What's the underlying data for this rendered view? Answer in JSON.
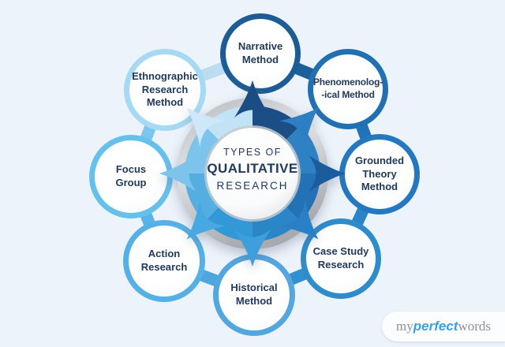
{
  "center": {
    "line1": "TYPES OF",
    "line2": "QUALITATIVE",
    "line3": "RESEARCH",
    "text_color": "#21395b"
  },
  "nodes": [
    {
      "label": "Narrative\nMethod",
      "color": "#1d5c94"
    },
    {
      "label": "Phenomenolog-\n-ical Method",
      "color": "#2171b2"
    },
    {
      "label": "Grounded\nTheory\nMethod",
      "color": "#2478bf"
    },
    {
      "label": "Case Study\nResearch",
      "color": "#2e8ccb"
    },
    {
      "label": "Historical\nMethod",
      "color": "#54a6de"
    },
    {
      "label": "Action\nResearch",
      "color": "#55b1e5"
    },
    {
      "label": "Focus\nGroup",
      "color": "#66c0ec"
    },
    {
      "label": "Ethnographic\nResearch\nMethod",
      "color": "#a6d9f4"
    }
  ],
  "stems": [
    "#1d6099",
    "#2173b8",
    "#2b84c6",
    "#2f8fd0",
    "#4fa5de",
    "#58b4e8",
    "#7cc6ee",
    "#bcdcf0"
  ],
  "wheel": {
    "ring_light": "#dfe1e4",
    "ring_dark": "#a7aaae",
    "inner_rim": "#c6cacd",
    "wedges": [
      "#1c4e86",
      "#2e82c4",
      "#2472b6",
      "#2b86c8",
      "#3399d6",
      "#55aee2",
      "#7cc4ec",
      "#c2e3f6"
    ],
    "arrows": [
      "#1b4c84",
      "#2c7fc2",
      "#1d5c9c",
      "#2a80c4",
      "#3e9fdc",
      "#47a8e2",
      "#7cc4ec",
      "#cde8f8"
    ]
  },
  "logo": {
    "my": "my",
    "perfect": "perfect",
    "words": "words",
    "accent": "#3da0dd",
    "gray": "#8b929b"
  },
  "colors": {
    "background": "#edf3fa"
  }
}
